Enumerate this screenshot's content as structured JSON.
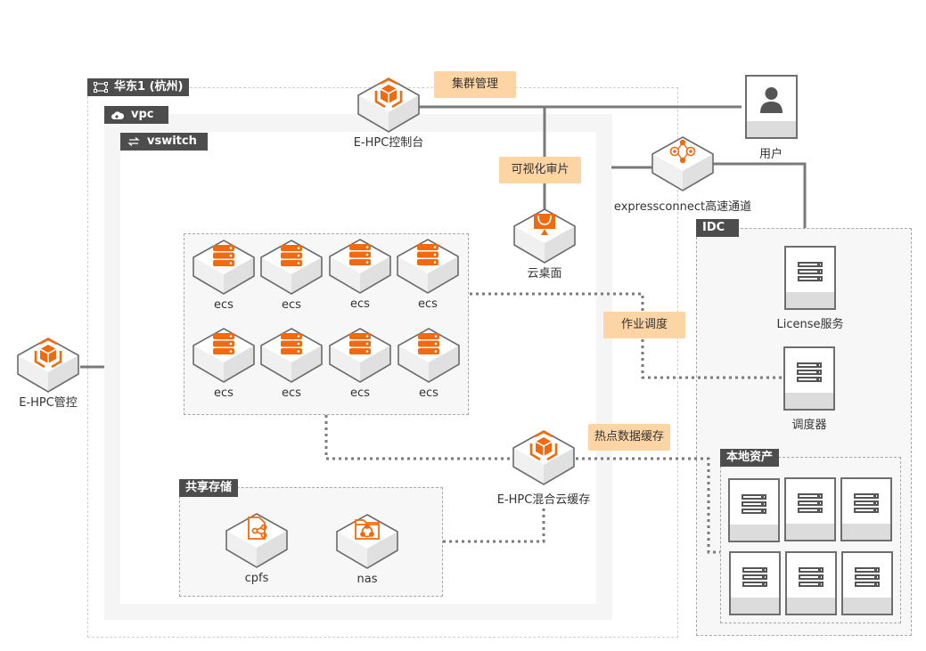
{
  "regions": {
    "region": {
      "label": "华东1 (杭州)",
      "icon": "region-frame-icon"
    },
    "vpc": {
      "label": "vpc",
      "icon": "cloud-icon"
    },
    "vswitch": {
      "label": "vswitch",
      "icon": "switch-arrows-icon"
    },
    "idc": {
      "label": "IDC"
    },
    "ecs_cluster": {
      "label": ""
    },
    "shared_storage": {
      "label": "共享存储"
    },
    "local_assets": {
      "label": "本地资产"
    }
  },
  "nodes": {
    "ehpc_console": {
      "label": "E-HPC控制台",
      "icon": "ehpc-cube-icon"
    },
    "ehpc_manage": {
      "label": "E-HPC管控",
      "icon": "ehpc-cube-icon"
    },
    "cloud_desktop": {
      "label": "云桌面",
      "icon": "monitor-icon"
    },
    "express_connect": {
      "label": "expressconnect高速通道",
      "icon": "network-hub-icon"
    },
    "hybrid_cache": {
      "label": "E-HPC混合云缓存",
      "icon": "ehpc-cube-icon"
    },
    "cpfs": {
      "label": "cpfs",
      "icon": "file-share-icon"
    },
    "nas": {
      "label": "nas",
      "icon": "folder-share-icon"
    },
    "user": {
      "label": "用户",
      "icon": "user-icon"
    },
    "license": {
      "label": "License服务",
      "icon": "server-rack-icon"
    },
    "scheduler": {
      "label": "调度器",
      "icon": "server-rack-icon"
    },
    "ecs": [
      {
        "label": "ecs"
      },
      {
        "label": "ecs"
      },
      {
        "label": "ecs"
      },
      {
        "label": "ecs"
      },
      {
        "label": "ecs"
      },
      {
        "label": "ecs"
      },
      {
        "label": "ecs"
      },
      {
        "label": "ecs"
      }
    ],
    "local_servers_count": 6
  },
  "badges": {
    "cluster_mgmt": "集群管理",
    "visual_review": "可视化审片",
    "job_scheduling": "作业调度",
    "hot_data_cache": "热点数据缓存"
  },
  "colors": {
    "accent": "#f26a10",
    "badge_bg": "#fdd4a3",
    "tag_bg": "#4d4d4d",
    "line": "#7a7a7a"
  }
}
